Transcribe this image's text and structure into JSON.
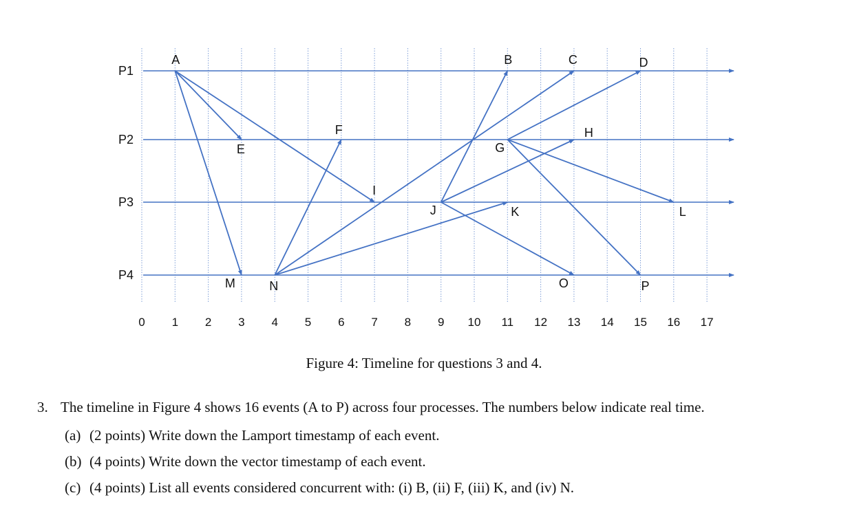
{
  "processes": [
    "P1",
    "P2",
    "P3",
    "P4"
  ],
  "time_ticks": [
    "0",
    "1",
    "2",
    "3",
    "4",
    "5",
    "6",
    "7",
    "8",
    "9",
    "10",
    "11",
    "12",
    "13",
    "14",
    "15",
    "16",
    "17"
  ],
  "events": [
    {
      "name": "A",
      "process": "P1",
      "time": 1
    },
    {
      "name": "B",
      "process": "P1",
      "time": 11
    },
    {
      "name": "C",
      "process": "P1",
      "time": 13
    },
    {
      "name": "D",
      "process": "P1",
      "time": 15
    },
    {
      "name": "E",
      "process": "P2",
      "time": 3
    },
    {
      "name": "F",
      "process": "P2",
      "time": 6
    },
    {
      "name": "G",
      "process": "P2",
      "time": 11
    },
    {
      "name": "H",
      "process": "P2",
      "time": 13
    },
    {
      "name": "I",
      "process": "P3",
      "time": 7
    },
    {
      "name": "J",
      "process": "P3",
      "time": 9
    },
    {
      "name": "K",
      "process": "P3",
      "time": 11
    },
    {
      "name": "L",
      "process": "P3",
      "time": 16
    },
    {
      "name": "M",
      "process": "P4",
      "time": 3
    },
    {
      "name": "N",
      "process": "P4",
      "time": 4
    },
    {
      "name": "O",
      "process": "P4",
      "time": 13
    },
    {
      "name": "P",
      "process": "P4",
      "time": 15
    }
  ],
  "messages": [
    {
      "from": "A",
      "to": "E"
    },
    {
      "from": "A",
      "to": "I"
    },
    {
      "from": "A",
      "to": "M"
    },
    {
      "from": "N",
      "to": "F"
    },
    {
      "from": "N",
      "to": "C"
    },
    {
      "from": "N",
      "to": "K"
    },
    {
      "from": "J",
      "to": "B"
    },
    {
      "from": "J",
      "to": "H"
    },
    {
      "from": "J",
      "to": "O"
    },
    {
      "from": "G",
      "to": "D"
    },
    {
      "from": "G",
      "to": "L"
    },
    {
      "from": "G",
      "to": "P"
    }
  ],
  "colors": {
    "line": "#4472c4",
    "grid": "#4472c4"
  },
  "caption": "Figure 4: Timeline for questions 3 and 4.",
  "question": {
    "number": "3.",
    "text": "The timeline in Figure 4 shows 16 events (A to P) across four processes. The numbers below indicate real time.",
    "parts": [
      {
        "label": "(a)",
        "text": "(2 points) Write down the Lamport timestamp of each event."
      },
      {
        "label": "(b)",
        "text": "(4 points) Write down the vector timestamp of each event."
      },
      {
        "label": "(c)",
        "text": "(4 points) List all events considered concurrent with: (i) B, (ii) F, (iii) K, and (iv) N."
      }
    ]
  }
}
